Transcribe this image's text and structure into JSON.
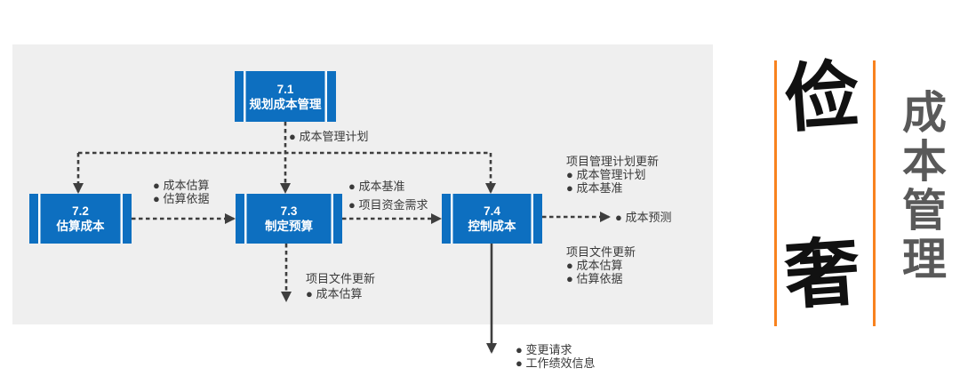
{
  "colors": {
    "panel_bg": "#efefef",
    "box_blue": "#0d6fc0",
    "line_dark": "#3e3e3e",
    "accent_orange": "#f8821e",
    "side_title_gray": "#595959",
    "big_char_black": "#111111"
  },
  "boxes": [
    {
      "number": "7.1",
      "title": "规划成本管理"
    },
    {
      "number": "7.2",
      "title": "估算成本"
    },
    {
      "number": "7.3",
      "title": "制定预算"
    },
    {
      "number": "7.4",
      "title": "控制成本"
    }
  ],
  "annotations": {
    "plan_output": "● 成本管理计划",
    "estimate_outputs": [
      "● 成本估算",
      "● 估算依据"
    ],
    "budget_outputs": [
      "● 成本基准",
      "● 项目资金需求"
    ],
    "control_outputs_top": [
      "项目管理计划更新",
      "● 成本管理计划",
      "● 成本基准"
    ],
    "forecast": "● 成本预测",
    "control_outputs_bottom": [
      "项目文件更新",
      "● 成本估算",
      "● 估算依据"
    ],
    "budget_doc_updates": [
      "项目文件更新",
      "● 成本估算"
    ],
    "control_down_outputs": [
      "● 变更请求",
      "● 工作绩效信息"
    ]
  },
  "sidebar": {
    "char_top": "俭",
    "char_bottom": "奢",
    "vertical_title": "成本管理"
  }
}
